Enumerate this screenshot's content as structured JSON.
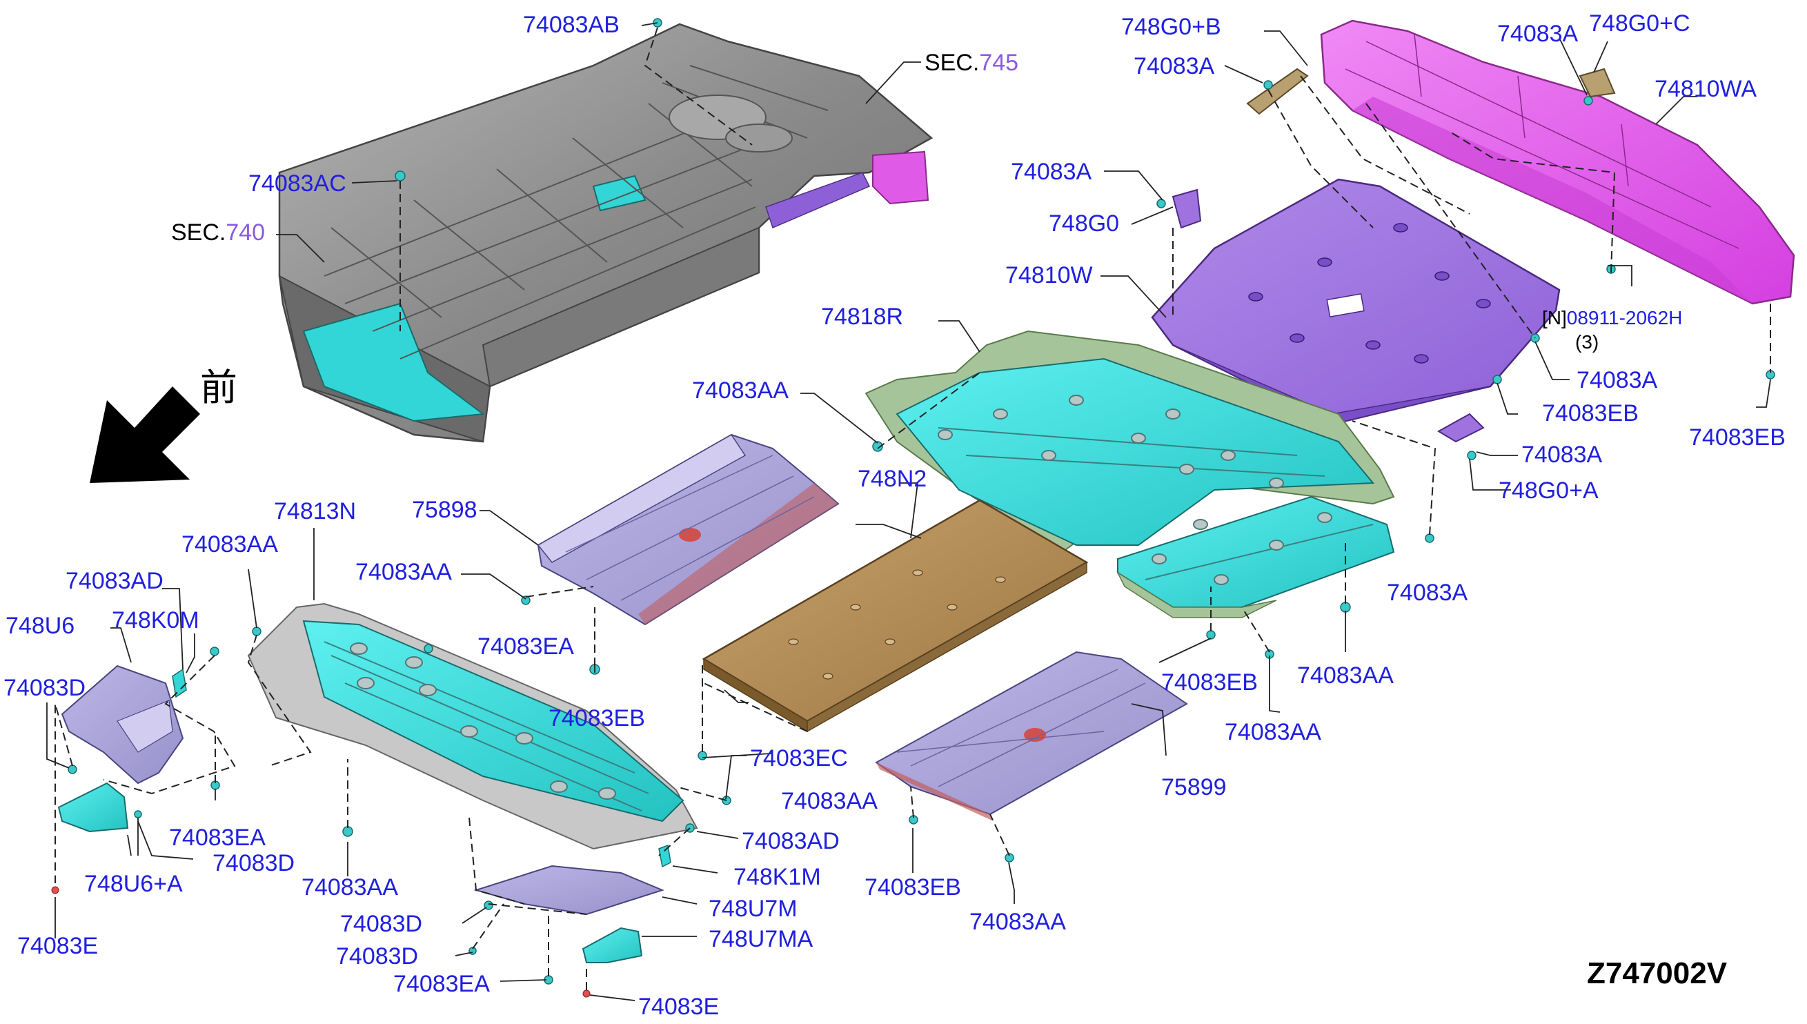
{
  "diagram_code": "Z747002V",
  "front_marker": "前",
  "section_refs": [
    {
      "prefix": "SEC.",
      "number": "745"
    },
    {
      "prefix": "SEC.",
      "number": "740"
    }
  ],
  "bracket_note": {
    "tag": "[N]",
    "part": "08911-2062H",
    "qty": "(3)"
  },
  "labels": {
    "l_74083AB": "74083AB",
    "l_74083AC": "74083AC",
    "l_748G0B": "748G0+B",
    "l_74083A_top": "74083A",
    "l_74083A_right_top": "74083A",
    "l_748G0C": "748G0+C",
    "l_74810WA": "74810WA",
    "l_74083A_mid": "74083A",
    "l_748G0": "748G0",
    "l_74810W": "74810W",
    "l_74083A_r2": "74083A",
    "l_74083EB_r1": "74083EB",
    "l_74083A_r3": "74083A",
    "l_748G0A": "748G0+A",
    "l_74083EB_r2": "74083EB",
    "l_74818R": "74818R",
    "l_74083AA_1": "74083AA",
    "l_748N2": "748N2",
    "l_75898": "75898",
    "l_74083AA_2": "74083AA",
    "l_74083AA_3": "74083AA",
    "l_74813N": "74813N",
    "l_74083AD_1": "74083AD",
    "l_748K0M": "748K0M",
    "l_748U6": "748U6",
    "l_74083D_1": "74083D",
    "l_74083EA_1": "74083EA",
    "l_74083EB_3": "74083EB",
    "l_74083A_r4": "74083A",
    "l_74083EB_4": "74083EB",
    "l_74083AA_4": "74083AA",
    "l_74083AA_5": "74083AA",
    "l_74083EC": "74083EC",
    "l_75899": "75899",
    "l_74083EA_2": "74083EA",
    "l_74083D_2": "74083D",
    "l_748U6A": "748U6+A",
    "l_74083E_1": "74083E",
    "l_74083AA_6": "74083AA",
    "l_74083AA_7": "74083AA",
    "l_74083AD_2": "74083AD",
    "l_748K1M": "748K1M",
    "l_748U7M": "748U7M",
    "l_748U7MA": "748U7MA",
    "l_74083D_3": "74083D",
    "l_74083D_4": "74083D",
    "l_74083EA_3": "74083EA",
    "l_74083E_2": "74083E",
    "l_74083EB_5": "74083EB",
    "l_74083AA_8": "74083AA"
  },
  "colors": {
    "label_blue": "#1f1fe0",
    "section_purple": "#8a5ae0",
    "floor_gray": "#8c8c8c",
    "cyan_cover": "#33d6d6",
    "lavender_cover": "#a9a2d6",
    "violet_panel": "#9f72e0",
    "magenta_panel": "#e05ae8",
    "brown_panel": "#b08a55",
    "olive_panel": "#9fb888"
  }
}
